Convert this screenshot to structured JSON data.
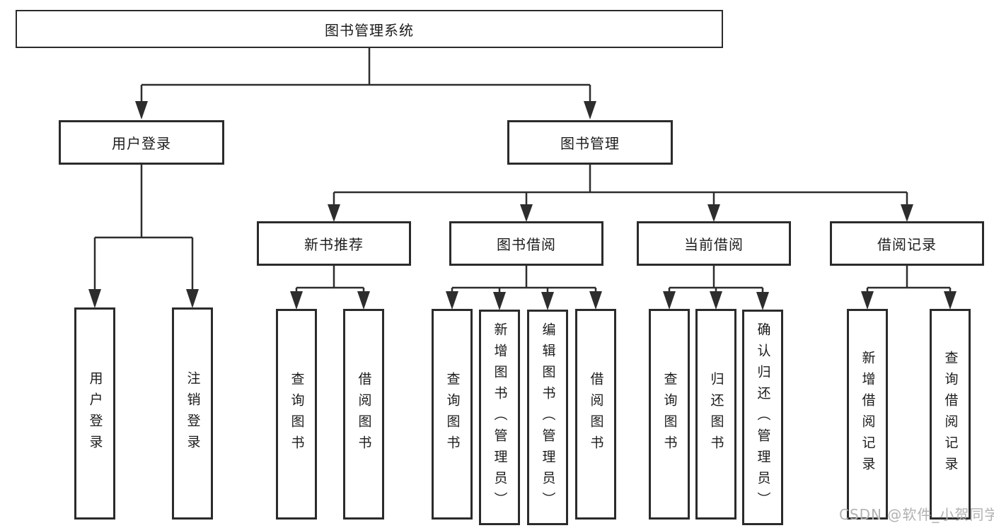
{
  "colors": {
    "line": "#2d2d2d",
    "box_border": "#2b2b2b",
    "text": "#1c1c1c",
    "watermark": "#b1b1b1",
    "background": "#ffffff"
  },
  "watermark": "CSDN @软件_小贺同学",
  "tree": {
    "root": {
      "label": "图书管理系统"
    },
    "user_login": {
      "label": "用户登录",
      "children": [
        {
          "label": "用户登录"
        },
        {
          "label": "注销登录"
        }
      ]
    },
    "book_management": {
      "label": "图书管理",
      "sections": [
        {
          "label": "新书推荐",
          "children": [
            {
              "label": "查询图书"
            },
            {
              "label": "借阅图书"
            }
          ]
        },
        {
          "label": "图书借阅",
          "children": [
            {
              "label": "查询图书"
            },
            {
              "label": "新增图书（管理员）"
            },
            {
              "label": "编辑图书（管理员）"
            },
            {
              "label": "借阅图书"
            }
          ]
        },
        {
          "label": "当前借阅",
          "children": [
            {
              "label": "查询图书"
            },
            {
              "label": "归还图书"
            },
            {
              "label": "确认归还（管理员）"
            }
          ]
        },
        {
          "label": "借阅记录",
          "children": [
            {
              "label": "新增借阅记录"
            },
            {
              "label": "查询借阅记录"
            }
          ]
        }
      ]
    }
  }
}
